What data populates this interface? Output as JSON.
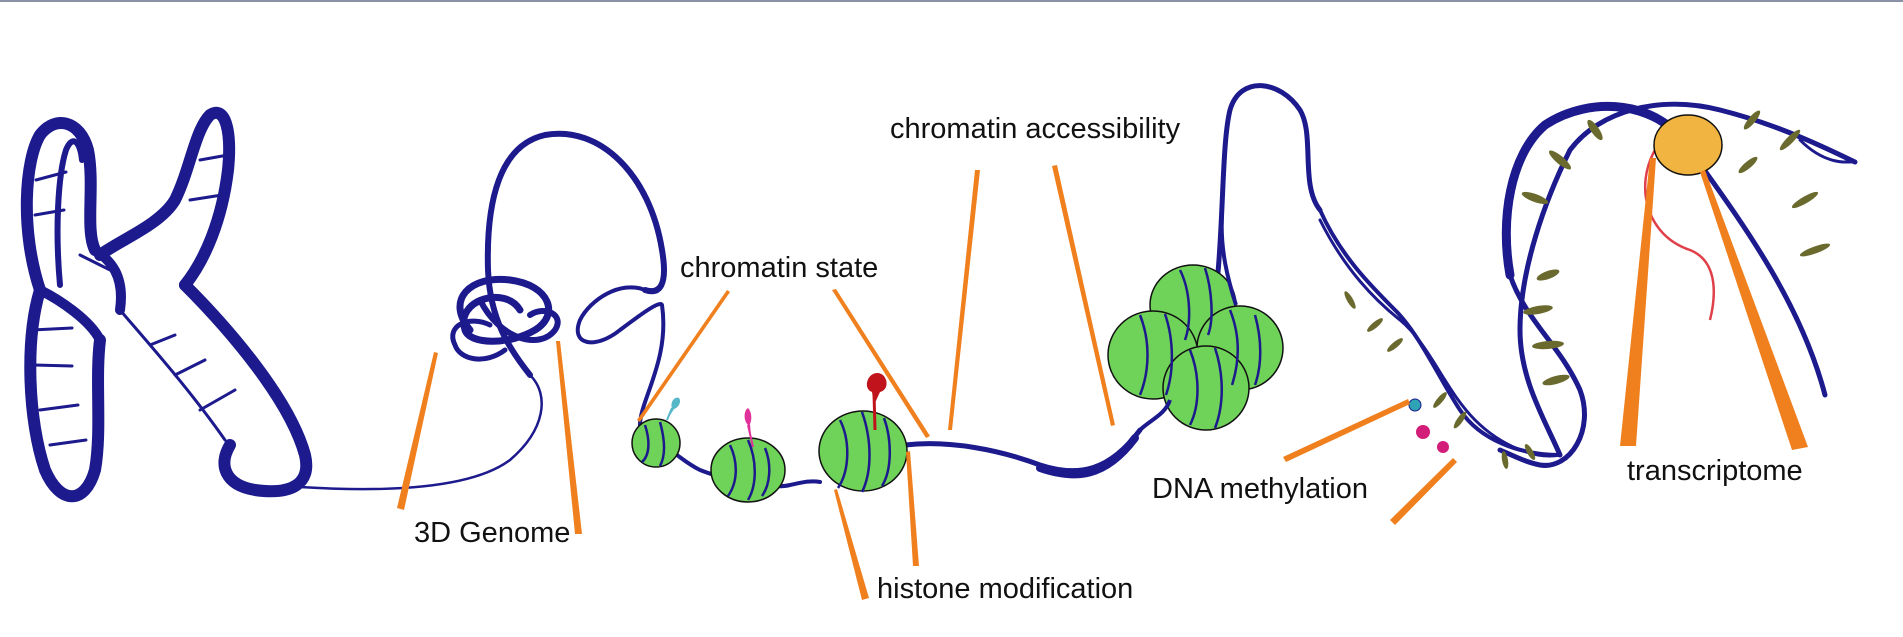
{
  "labels": {
    "genome_3d": "3D Genome",
    "chromatin_state": "chromatin state",
    "chromatin_accessibility": "chromatin accessibility",
    "histone_modification": "histone modification",
    "dna_methylation": "DNA methylation",
    "transcriptome": "transcriptome"
  },
  "colors": {
    "dna": "#1c1a8c",
    "pointer": "#f07f1e",
    "nucleosome": "#6fd359",
    "histone_mark_red": "#c1131b",
    "histone_mark_pink": "#e0329a",
    "histone_mark_cyan": "#56b7c9",
    "methyl_magenta": "#d21e79",
    "methyl_cyan": "#2ea3b5",
    "rna_polymerase": "#f2b440",
    "rna_transcript": "#e0404a",
    "base_pair": "#6b6a2e"
  },
  "icons": [
    "chromosome-icon",
    "nucleosome-icon",
    "dna-double-helix-icon",
    "rna-polymerase-icon"
  ]
}
